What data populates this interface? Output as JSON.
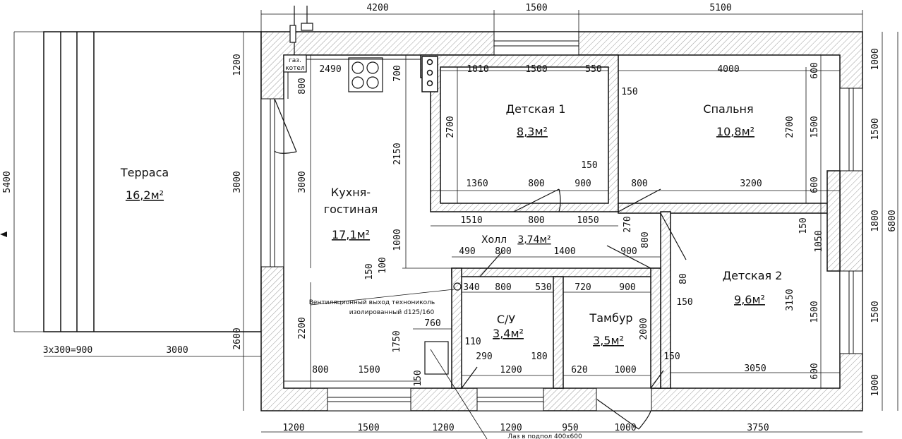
{
  "plan": {
    "rooms": {
      "terrace": {
        "name": "Терраса",
        "area": "16,2м²"
      },
      "kitchen": {
        "name_line1": "Кухня-",
        "name_line2": "гостиная",
        "area": "17,1м²"
      },
      "kids1": {
        "name": "Детская 1",
        "area": "8,3м²"
      },
      "bedroom": {
        "name": "Спальня",
        "area": "10,8м²"
      },
      "kids2": {
        "name": "Детская 2",
        "area": "9,6м²"
      },
      "bath": {
        "name": "С/У",
        "area": "3,4м²"
      },
      "vestibule": {
        "name": "Тамбур",
        "area": "3,5м²"
      },
      "hall": {
        "name": "Холл",
        "area": "3,74м²"
      }
    },
    "labels": {
      "boiler_line1": "газ.",
      "boiler_line2": "котел",
      "vent_line1": "Вентиляционный выход технониколь",
      "vent_line2": "изолированный d125/160",
      "basement": "Лаз в подпол 400х600"
    },
    "dims": {
      "top": [
        "4200",
        "1500",
        "5100"
      ],
      "left_terrace": "5400",
      "left_top": "1200",
      "left_mid": "3000",
      "left_bottom": "2600",
      "right_outer": [
        "1000",
        "1500",
        "1800",
        "1500",
        "1000"
      ],
      "right_total": "6800",
      "bottom": [
        "1200",
        "1500",
        "1200",
        "1200",
        "950",
        "1000",
        "3750"
      ],
      "terrace_bottom": [
        "3х300=900",
        "3000"
      ],
      "inner": [
        "2490",
        "700",
        "800",
        "3000",
        "2150",
        "1000",
        "100",
        "150",
        "2200",
        "800",
        "1500",
        "1010",
        "1500",
        "550",
        "150",
        "4000",
        "600",
        "2700",
        "2700",
        "1500",
        "1360",
        "800",
        "900",
        "150",
        "800",
        "3200",
        "600",
        "1510",
        "800",
        "1050",
        "270",
        "800",
        "150",
        "1050",
        "490",
        "800",
        "1400",
        "900",
        "80",
        "340",
        "800",
        "530",
        "720",
        "900",
        "150",
        "3150",
        "1500",
        "760",
        "1750",
        "110",
        "290",
        "180",
        "1200",
        "150",
        "2000",
        "620",
        "1000",
        "150",
        "3050",
        "600"
      ]
    }
  }
}
